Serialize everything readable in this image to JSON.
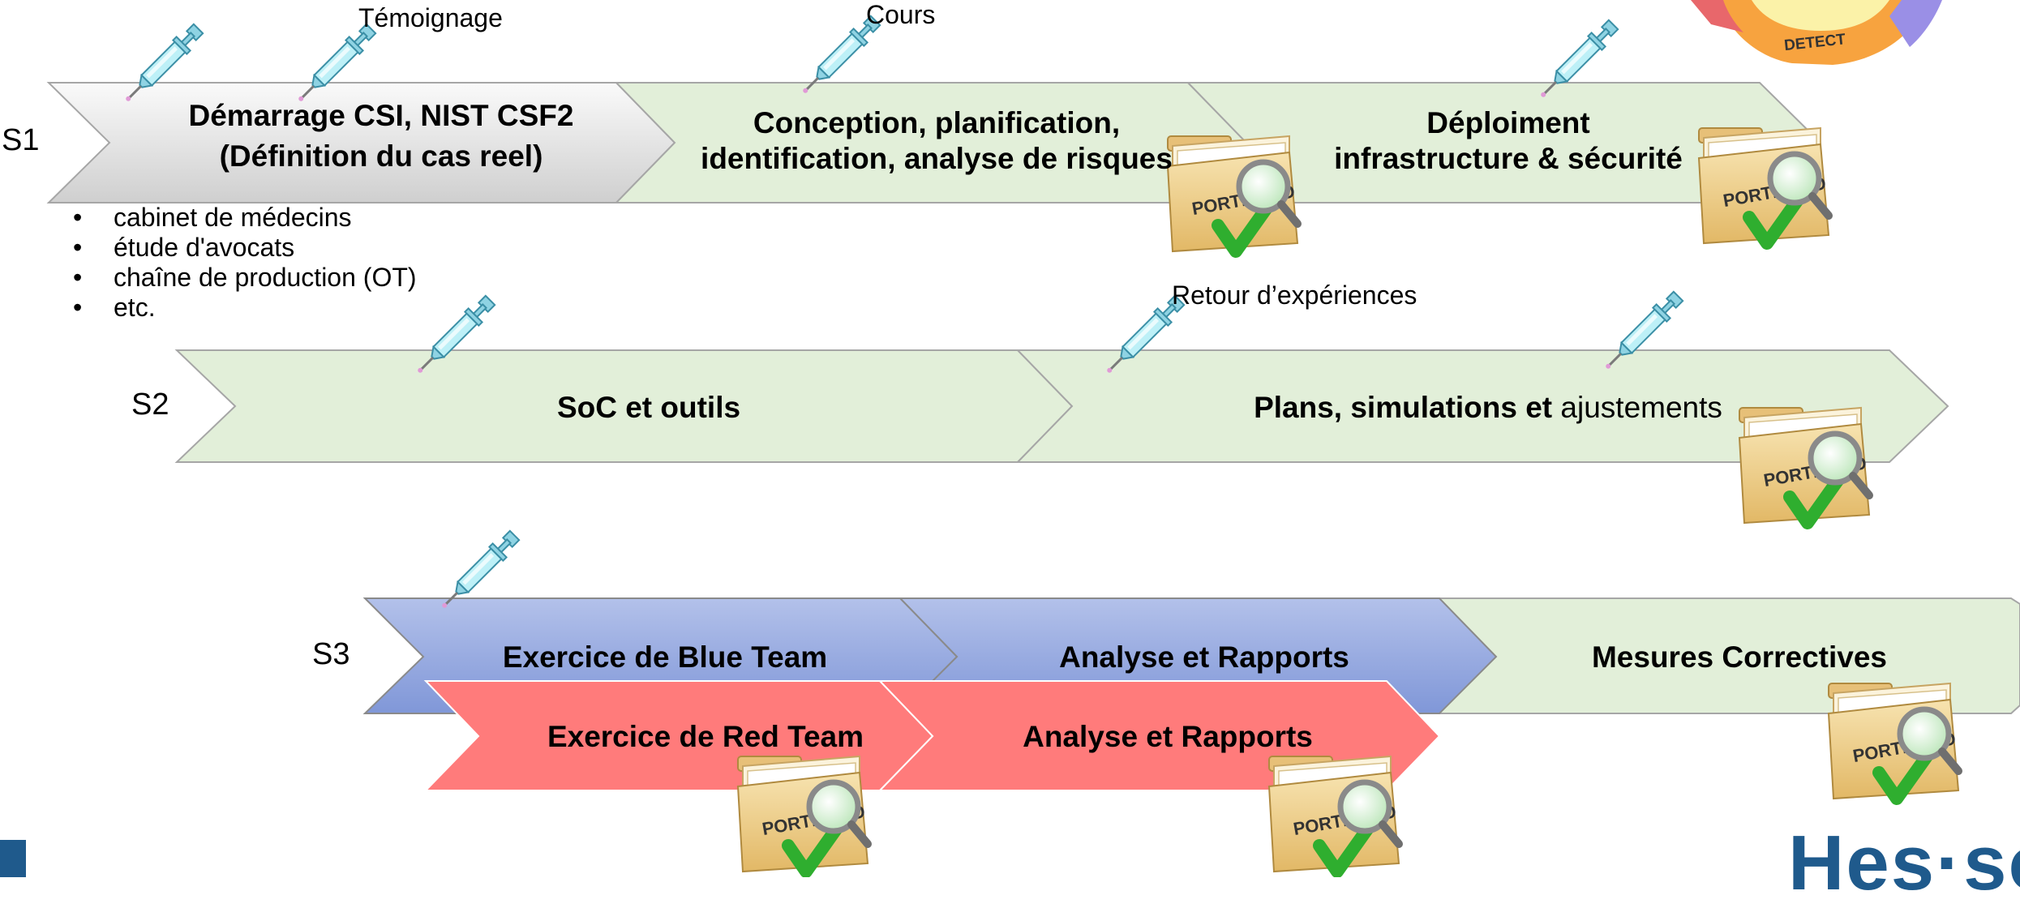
{
  "rows": {
    "s1": "S1",
    "s2": "S2",
    "s3": "S3"
  },
  "steps": {
    "s1_start_line1": "Démarrage CSI, NIST CSF2",
    "s1_start_line2": "(Définition du cas reel)",
    "s1_concept_line1": "Conception, planification,",
    "s1_concept_line2": "identification, analyse de risques",
    "s1_deploy_line1": "Déploiment",
    "s1_deploy_line2": "infrastructure & sécurité",
    "s2_soc": "SoC et outils",
    "s2_plans_bold": "Plans, simulations et",
    "s2_plans_normal": " ajustements",
    "s3_blue": "Exercice de Blue Team",
    "s3_blue_analysis": "Analyse et Rapports",
    "s3_corrective": "Mesures Correctives",
    "s3_red": "Exercice de Red Team",
    "s3_red_analysis": "Analyse et Rapports"
  },
  "notes": {
    "temoignage": "Témoignage",
    "cours": "Cours",
    "retour": "Retour d’expériences"
  },
  "cases": [
    "cabinet de médecins",
    "étude d'avocats",
    "chaîne de production (OT)",
    "etc."
  ],
  "portfolio_label": "PORTFOLIO",
  "wheel_label": "DETECT",
  "brand": {
    "name_left": "Hes",
    "separator": "·",
    "name_right": "so"
  },
  "colors": {
    "green_arrow": "#e2efd9",
    "gray_arrow": "#e6e6e6",
    "blue_arrow": "#9aaee0",
    "red_arrow": "#ff7b7b",
    "brand_blue": "#1f5a8c",
    "arrow_border": "#a6a6a6"
  },
  "icons": [
    "syringe-icon",
    "portfolio-folder-icon",
    "magnifier-check-icon",
    "nist-wheel-icon"
  ]
}
